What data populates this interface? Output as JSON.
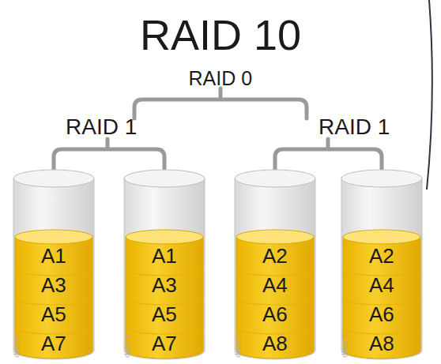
{
  "diagram": {
    "title": "RAID 10",
    "nodes": [
      {
        "text": [
          "A1",
          "A3",
          "A5",
          "A7",
          "disco 0"
        ]
      },
      {
        "text": [
          "A1",
          "A3",
          "A5",
          "A7",
          "disco 1"
        ]
      },
      {
        "text": [
          "A2",
          "A4",
          "A6",
          "A8",
          "disco 2"
        ]
      },
      {
        "text": [
          "A2",
          "A4",
          "A6",
          "A8",
          "disco 3"
        ]
      }
    ],
    "labels": [
      "RAID 0",
      "RAID 1",
      "RAID 1"
    ]
  }
}
